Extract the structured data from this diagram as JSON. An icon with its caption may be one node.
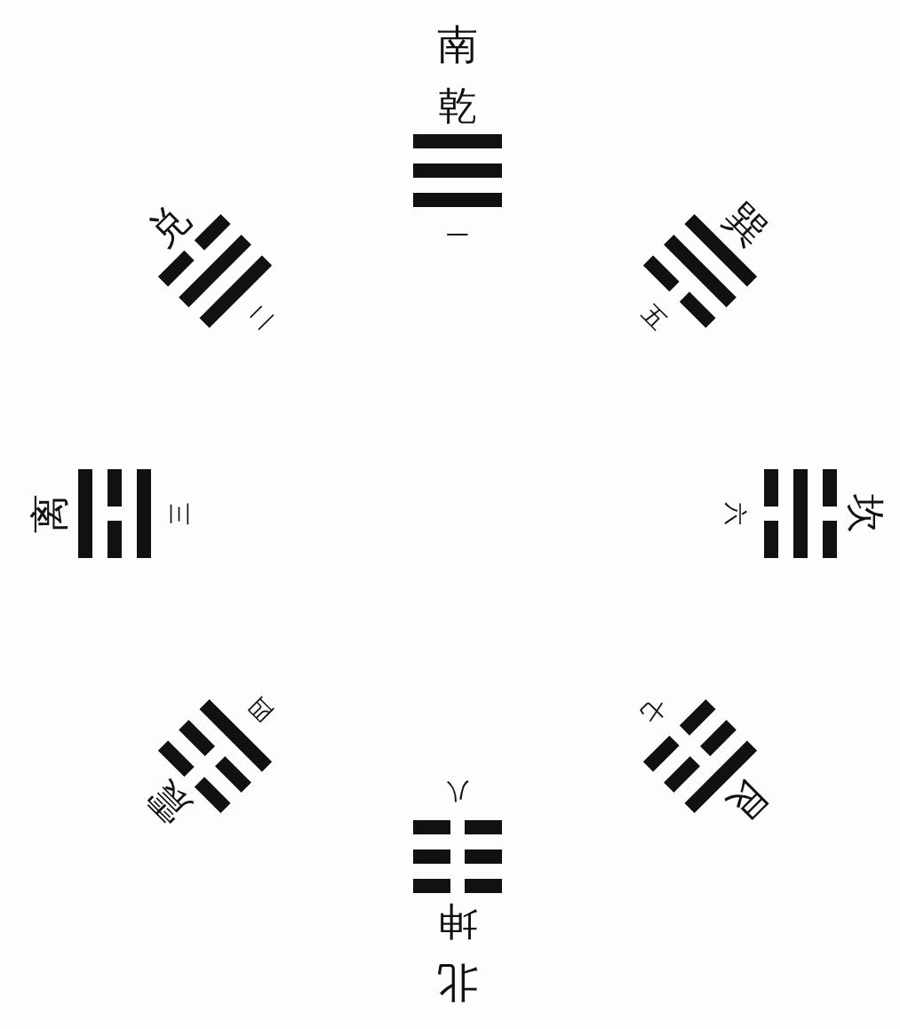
{
  "diagram": {
    "nodes": [
      {
        "text": [
          "乾",
          "一"
        ],
        "beside": [
          "南"
        ]
      },
      {
        "text": [
          "兑",
          "二"
        ]
      },
      {
        "text": [
          "巽",
          "五"
        ]
      },
      {
        "text": [
          "离",
          "三"
        ]
      },
      {
        "text": [
          "坎",
          "六"
        ]
      },
      {
        "text": [
          "震",
          "四"
        ]
      },
      {
        "text": [
          "艮",
          "七"
        ]
      },
      {
        "text": [
          "坤",
          "八"
        ],
        "beside": [
          "北"
        ]
      }
    ]
  }
}
